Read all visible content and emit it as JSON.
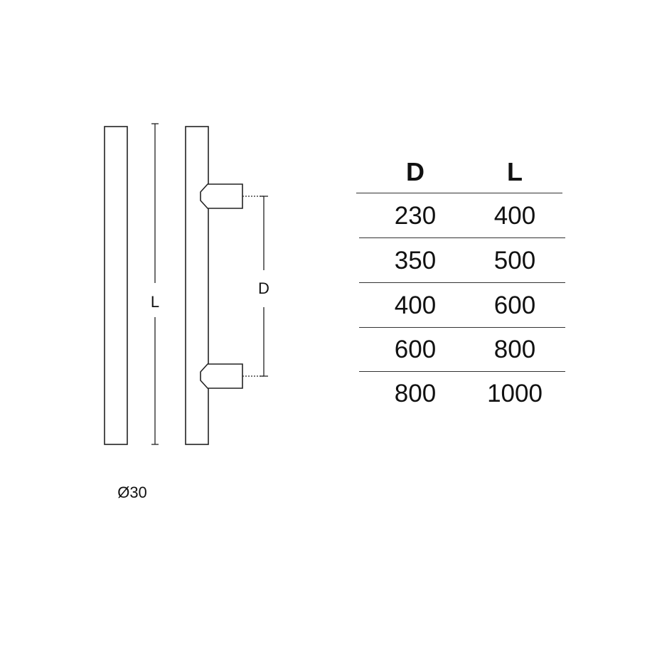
{
  "diagram": {
    "length_label": "L",
    "distance_label": "D",
    "diameter_label": "Ø30"
  },
  "table": {
    "headers": [
      "D",
      "L"
    ],
    "rows": [
      [
        "230",
        "400"
      ],
      [
        "350",
        "500"
      ],
      [
        "400",
        "600"
      ],
      [
        "600",
        "800"
      ],
      [
        "800",
        "1000"
      ]
    ]
  }
}
